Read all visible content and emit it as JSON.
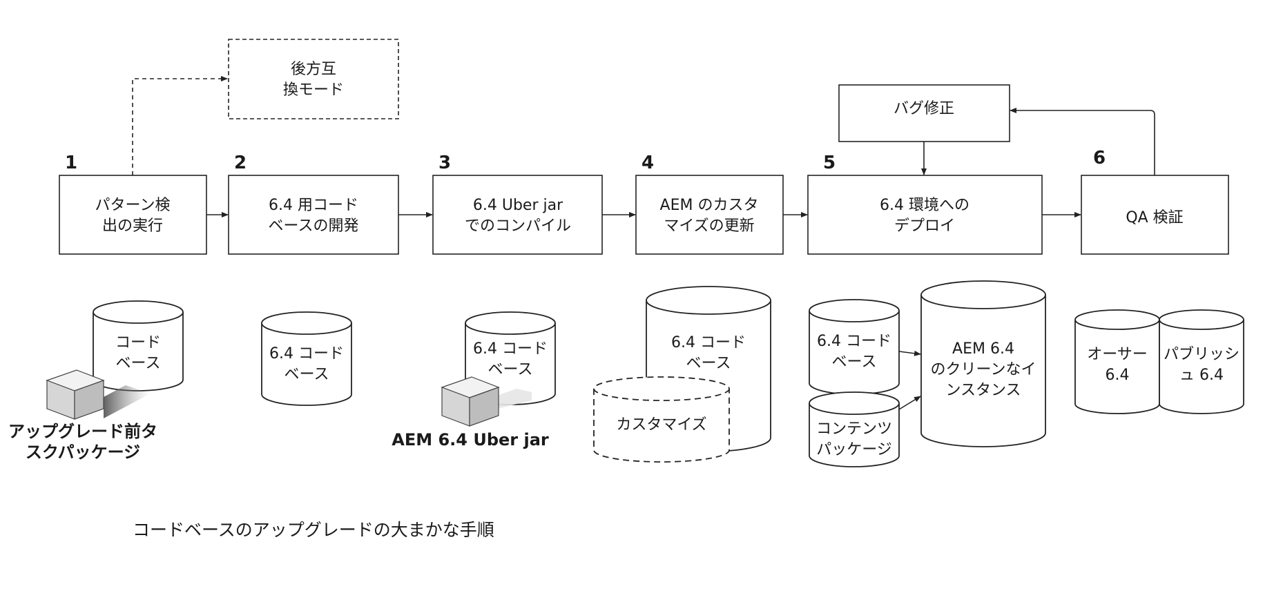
{
  "steps": [
    {
      "num": "1",
      "lines": [
        "パターン検",
        "出の実行"
      ]
    },
    {
      "num": "2",
      "lines": [
        "6.4 用コード",
        "ベースの開発"
      ]
    },
    {
      "num": "3",
      "lines": [
        "6.4 Uber jar",
        "でのコンパイル"
      ]
    },
    {
      "num": "4",
      "lines": [
        "AEM のカスタ",
        "マイズの更新"
      ]
    },
    {
      "num": "5",
      "lines": [
        "6.4 環境への",
        "デプロイ"
      ]
    },
    {
      "num": "6",
      "lines": [
        "QA 検証"
      ]
    }
  ],
  "backward_compat": {
    "lines": [
      "後方互",
      "換モード"
    ]
  },
  "bug_fix": {
    "label": "バグ修正"
  },
  "stores": {
    "s1": {
      "lines": [
        "コード",
        "ベース"
      ]
    },
    "s2": {
      "lines": [
        "6.4 コード",
        "ベース"
      ]
    },
    "s3": {
      "lines": [
        "6.4 コード",
        "ベース"
      ]
    },
    "s4": {
      "lines": [
        "6.4 コード",
        "ベース"
      ]
    },
    "customize": {
      "label": "カスタマイズ"
    },
    "s5_codebase": {
      "lines": [
        "6.4 コード",
        "ベース"
      ]
    },
    "s5_content": {
      "lines": [
        "コンテンツ",
        "パッケージ"
      ]
    },
    "s5_instance": {
      "lines": [
        "AEM 6.4",
        "のクリーンなイ",
        "ンスタンス"
      ]
    },
    "author": {
      "lines": [
        "オーサー",
        "6.4"
      ]
    },
    "publish": {
      "lines": [
        "パブリッシ",
        "ュ 6.4"
      ]
    }
  },
  "packages": {
    "pre_upgrade": {
      "lines": [
        "アップグレード前タ",
        "スクパッケージ"
      ]
    },
    "uber_jar": {
      "label": "AEM 6.4 Uber jar"
    }
  },
  "caption": "コードベースのアップグレードの大まかな手順"
}
